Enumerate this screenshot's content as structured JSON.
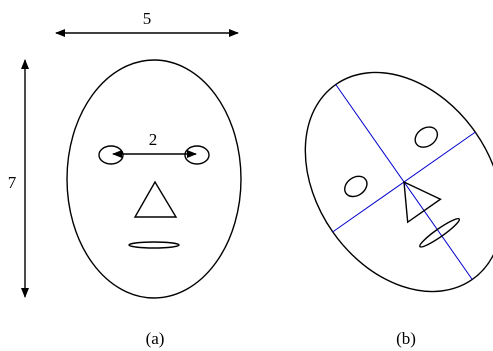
{
  "labels": {
    "width_dimension": "5",
    "height_dimension": "7",
    "eye_distance": "2",
    "caption_a": "(a)",
    "caption_b": "(b)"
  },
  "colors": {
    "stroke": "#000000",
    "axis_lines": "#0000cc",
    "background": "#ffffff"
  }
}
